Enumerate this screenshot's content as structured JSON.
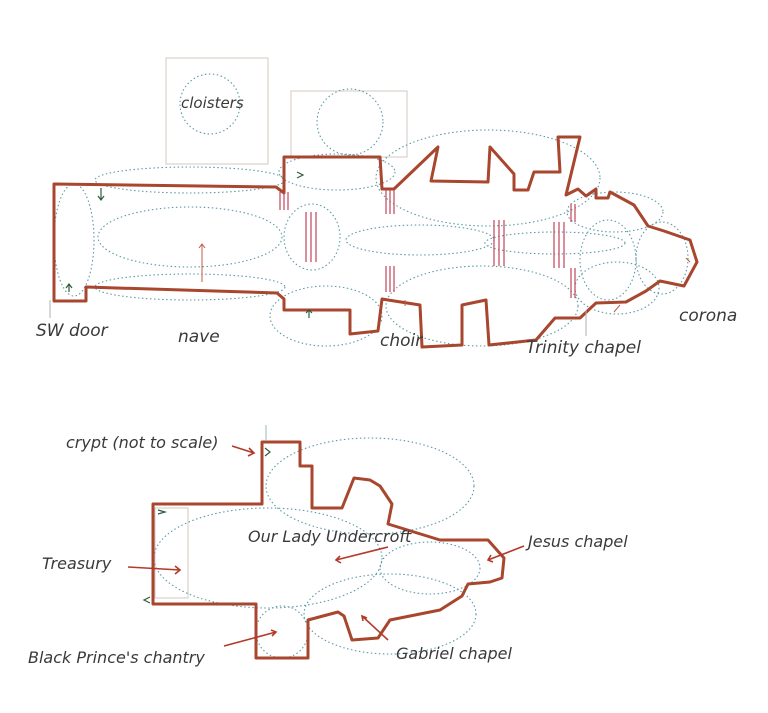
{
  "upper_plan": {
    "labels": {
      "cloisters": "cloisters",
      "sw_door": "SW door",
      "nave": "nave",
      "choir": "choir",
      "trinity_chapel": "Trinity chapel",
      "corona": "corona"
    }
  },
  "crypt_plan": {
    "labels": {
      "title": "crypt (not to scale)",
      "treasury": "Treasury",
      "our_lady_undercroft": "Our Lady Undercroft",
      "jesus_chapel": "Jesus chapel",
      "black_princes_chantry": "Black Prince's chantry",
      "gabriel_chapel": "Gabriel chapel"
    }
  },
  "colors": {
    "wall": "#a8462e",
    "zone_outline": "#5a9aa8",
    "screen_lines": "#c0455a",
    "label_text": "#3a3a3a"
  }
}
